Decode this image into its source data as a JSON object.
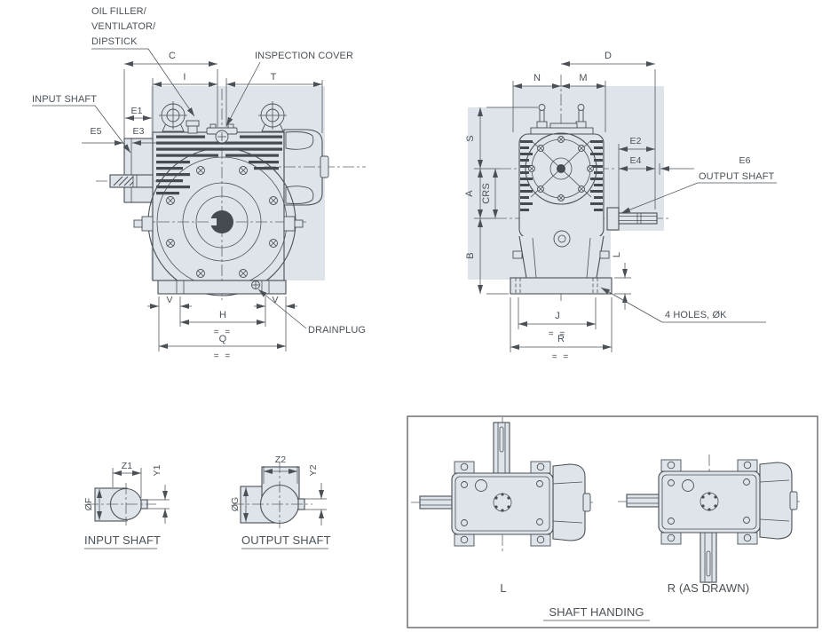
{
  "colors": {
    "line": "#4a5056",
    "fill": "#dee4ea",
    "dark_fill": "#454b51",
    "text": "#4a5157",
    "background": "#ffffff"
  },
  "front_view": {
    "callouts": {
      "oil_filler": [
        "OIL FILLER/",
        "VENTILATOR/",
        "DIPSTICK"
      ],
      "inspection_cover": "INSPECTION COVER",
      "input_shaft": "INPUT SHAFT",
      "drainplug": "DRAINPLUG"
    },
    "dims": {
      "c": "C",
      "i": "I",
      "t": "T",
      "e1": "E1",
      "e3": "E3",
      "e5": "E5",
      "v_left": "V",
      "v_right": "V",
      "h": "H",
      "q": "Q",
      "eq_h": "= =",
      "eq_q": "= ="
    }
  },
  "side_view": {
    "callouts": {
      "output_shaft": "OUTPUT SHAFT",
      "holes": "4 HOLES, ØK"
    },
    "dims": {
      "d": "D",
      "n": "N",
      "m": "M",
      "s": "S",
      "a": "A",
      "crs": "CRS",
      "b": "B",
      "e2": "E2",
      "e4": "E4",
      "e6": "E6",
      "l": "L",
      "j": "J",
      "r": "R",
      "eq_j": "= =",
      "eq_r": "= ="
    }
  },
  "input_shaft_section": {
    "title": "INPUT SHAFT",
    "dims": {
      "z1": "Z1",
      "y1": "Y1",
      "dia_f": "ØF"
    }
  },
  "output_shaft_section": {
    "title": "OUTPUT SHAFT",
    "dims": {
      "z2": "Z2",
      "y2": "Y2",
      "dia_g": "ØG"
    }
  },
  "shaft_handing": {
    "title": "SHAFT HANDING",
    "left_label": "L",
    "right_label": "R (AS DRAWN)"
  }
}
